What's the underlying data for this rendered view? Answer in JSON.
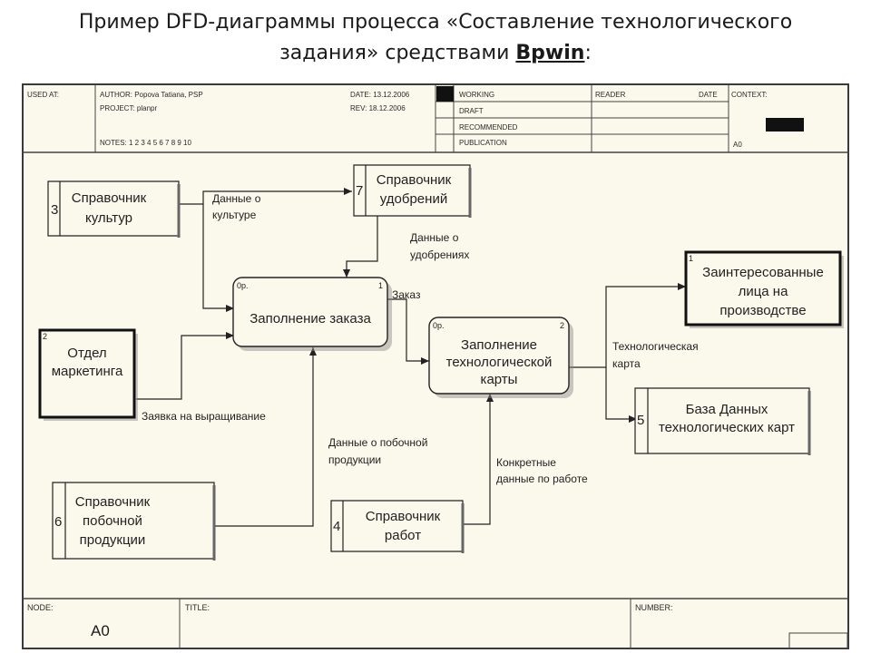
{
  "title": {
    "line1": "Пример DFD-диаграммы процесса «Составление технологического",
    "line2_prefix": "задания» средствами ",
    "line2_bold": "Bpwin",
    "line2_suffix": ":"
  },
  "header": {
    "used_at": "USED AT:",
    "author": "AUTHOR:  Popova Tatiana, PSP",
    "project": "PROJECT:  planpr",
    "notes": "NOTES:  1  2  3  4  5  6  7  8  9  10",
    "date": "DATE: 13.12.2006",
    "rev": "REV:   18.12.2006",
    "status": [
      "WORKING",
      "DRAFT",
      "RECOMMENDED",
      "PUBLICATION"
    ],
    "reader": "READER",
    "reader_date": "DATE",
    "context": "CONTEXT:",
    "context_node": "A0"
  },
  "footer": {
    "node_label": "NODE:",
    "node_value": "A0",
    "title_label": "TITLE:",
    "number_label": "NUMBER:"
  },
  "processes": [
    {
      "id": "p1",
      "code": "0р.",
      "number": "1",
      "lines": [
        "Заполнение заказа"
      ]
    },
    {
      "id": "p2",
      "code": "0р.",
      "number": "2",
      "lines": [
        "Заполнение",
        "технологической",
        "карты"
      ]
    }
  ],
  "stores": [
    {
      "id": "s3",
      "number": "3",
      "lines": [
        "Справочник",
        "культур"
      ]
    },
    {
      "id": "s7",
      "number": "7",
      "lines": [
        "Справочник",
        "удобрений"
      ]
    },
    {
      "id": "s6",
      "number": "6",
      "lines": [
        "Справочник",
        "побочной",
        "продукции"
      ]
    },
    {
      "id": "s4",
      "number": "4",
      "lines": [
        "Справочник",
        "работ"
      ]
    },
    {
      "id": "s5",
      "number": "5",
      "lines": [
        "База Данных",
        "технологических карт"
      ]
    }
  ],
  "externals": [
    {
      "id": "e2",
      "number": "2",
      "lines": [
        "Отдел",
        "маркетинга"
      ]
    },
    {
      "id": "e1",
      "number": "1",
      "lines": [
        "Заинтересованные",
        "лица на",
        "производстве"
      ]
    }
  ],
  "flows": [
    {
      "id": "f-culture",
      "lines": [
        "Данные о",
        "культуре"
      ]
    },
    {
      "id": "f-fert",
      "lines": [
        "Данные о",
        "удобрениях"
      ]
    },
    {
      "id": "f-order",
      "lines": [
        "Заказ"
      ]
    },
    {
      "id": "f-request",
      "lines": [
        "Заявка на выращивание"
      ]
    },
    {
      "id": "f-byprod",
      "lines": [
        "Данные о побочной",
        "продукции"
      ]
    },
    {
      "id": "f-work",
      "lines": [
        "Конкретные",
        "данные по работе"
      ]
    },
    {
      "id": "f-techcard",
      "lines": [
        "Технологическая",
        "карта"
      ]
    }
  ]
}
